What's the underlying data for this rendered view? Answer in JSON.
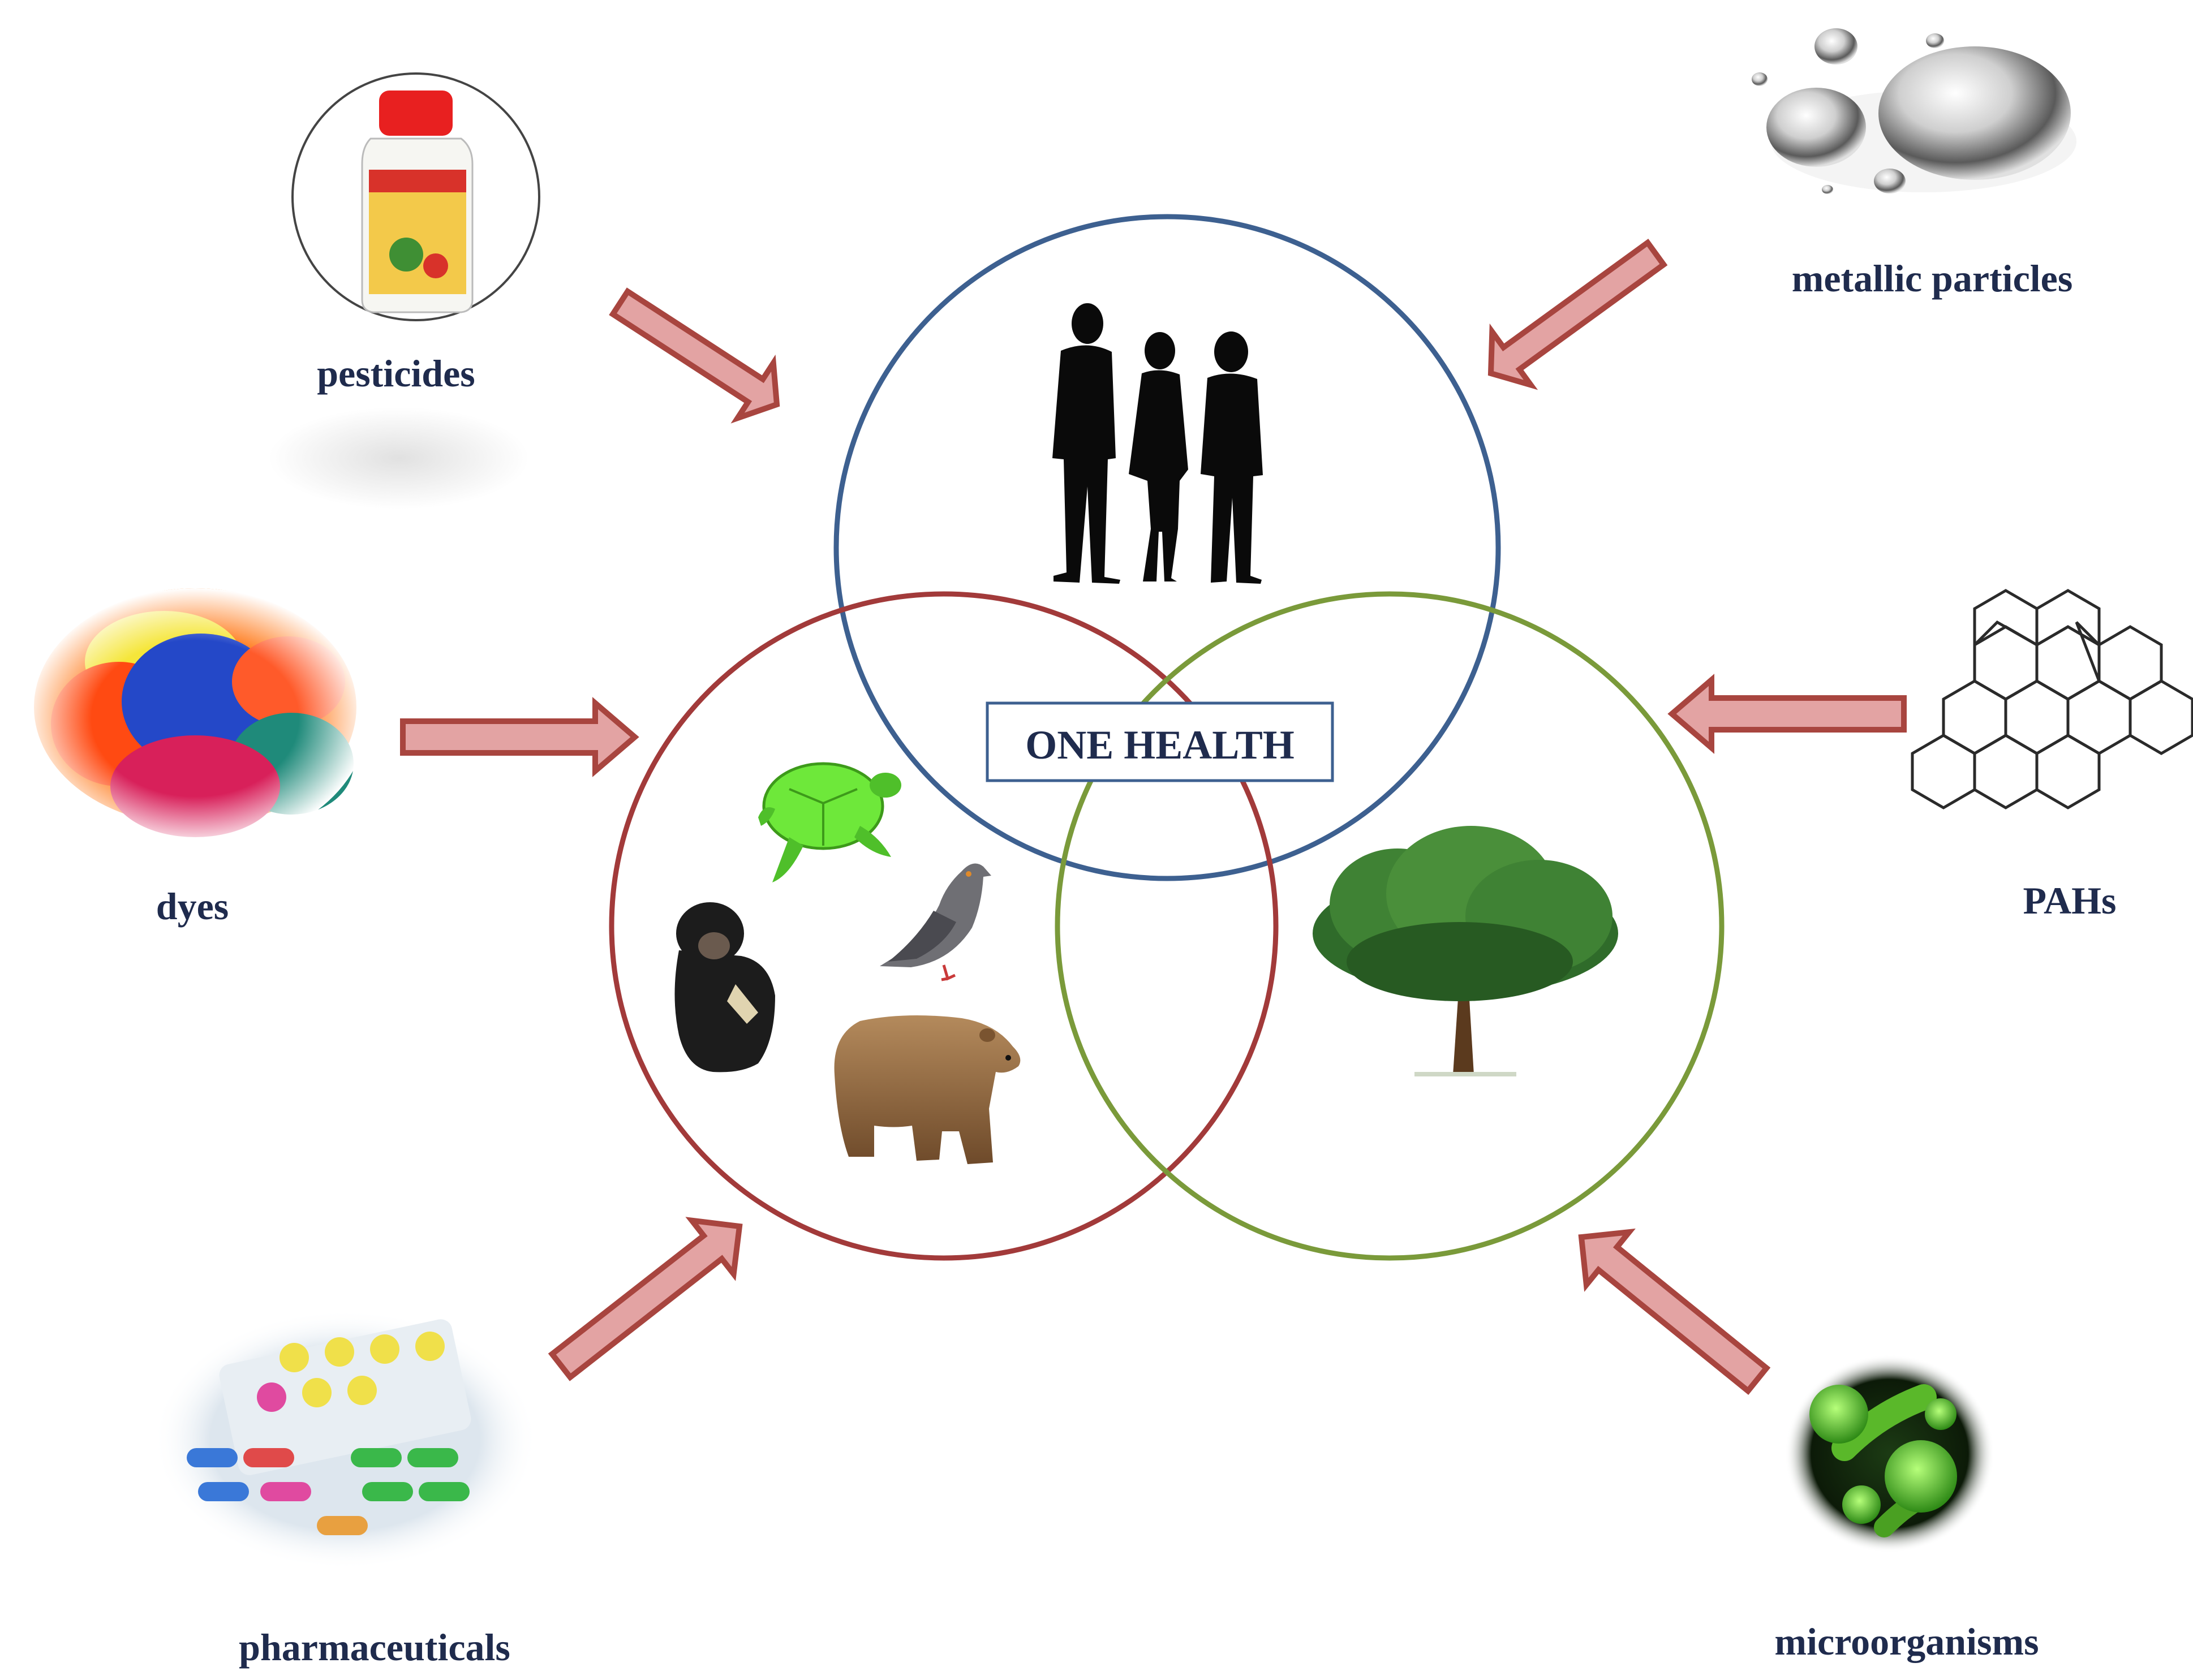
{
  "center": {
    "label": "ONE HEALTH"
  },
  "circles": {
    "humans": {
      "color": "#3d6090",
      "icon": "people-silhouettes"
    },
    "animals": {
      "color": "#a23a3a",
      "icons": [
        "turtle",
        "pigeon",
        "chimpanzee",
        "bear"
      ]
    },
    "environment": {
      "color": "#7a9a3a",
      "icon": "tree"
    }
  },
  "arrow_color": "#e3a3a3",
  "arrow_outline": "#a8453f",
  "pollutants": {
    "pesticides": {
      "label": "pesticides",
      "icon": "pesticide-bottle"
    },
    "metallic": {
      "label": "metallic particles",
      "icon": "mercury-droplets"
    },
    "dyes": {
      "label": "dyes",
      "icon": "dye-powders"
    },
    "pahs": {
      "label": "PAHs",
      "icon": "pah-molecule"
    },
    "pharmaceuticals": {
      "label": "pharmaceuticals",
      "icon": "pill-blisters"
    },
    "microorganisms": {
      "label": "microorganisms",
      "icon": "microbes"
    }
  }
}
